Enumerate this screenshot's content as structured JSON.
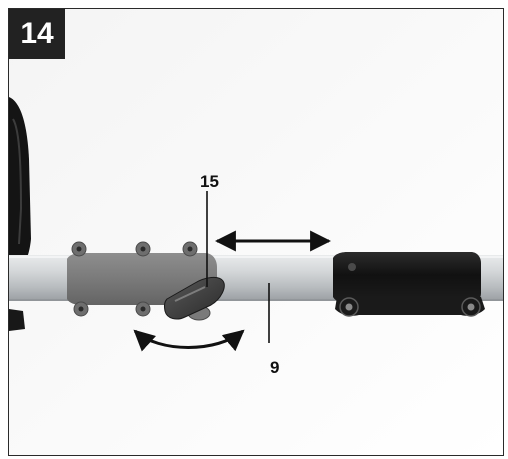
{
  "figure": {
    "number": "14",
    "callouts": {
      "knob": "15",
      "shaft": "9"
    }
  },
  "colors": {
    "badge_background": "#222222",
    "badge_text": "#ffffff",
    "shaft": "#c9ccce",
    "coupler": "#7c7c7c",
    "handle": "#121212"
  }
}
